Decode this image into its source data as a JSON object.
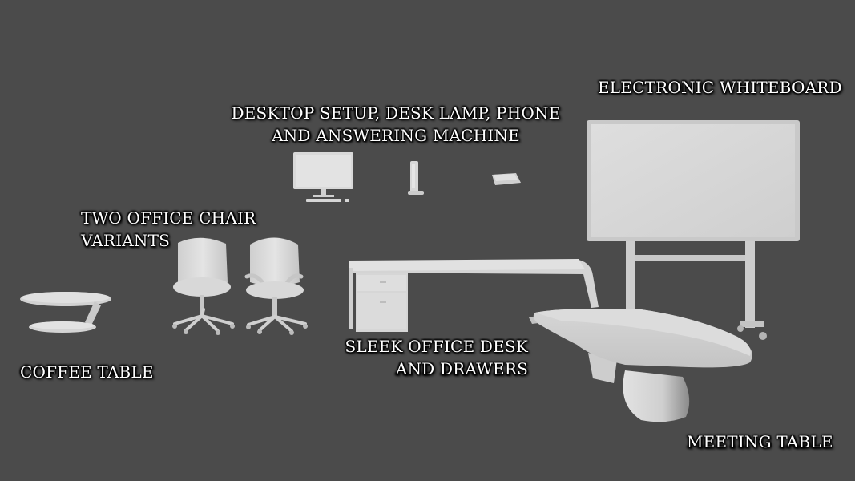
{
  "labels": {
    "whiteboard": "ELECTRONIC WHITEBOARD",
    "desktop_line1": "DESKTOP SETUP, DESK LAMP, PHONE",
    "desktop_line2": "AND ANSWERING MACHINE",
    "chairs_line1": "TWO OFFICE CHAIR",
    "chairs_line2": "VARIANTS",
    "coffee_table": "COFFEE TABLE",
    "desk_line1": "SLEEK OFFICE DESK",
    "desk_line2": "AND DRAWERS",
    "meeting_table": "MEETING TABLE"
  },
  "colors": {
    "background": "#4b4b4b",
    "model": "#d8d8d8",
    "model_shadow": "#a9a9a9",
    "label_text": "#ffffff"
  }
}
